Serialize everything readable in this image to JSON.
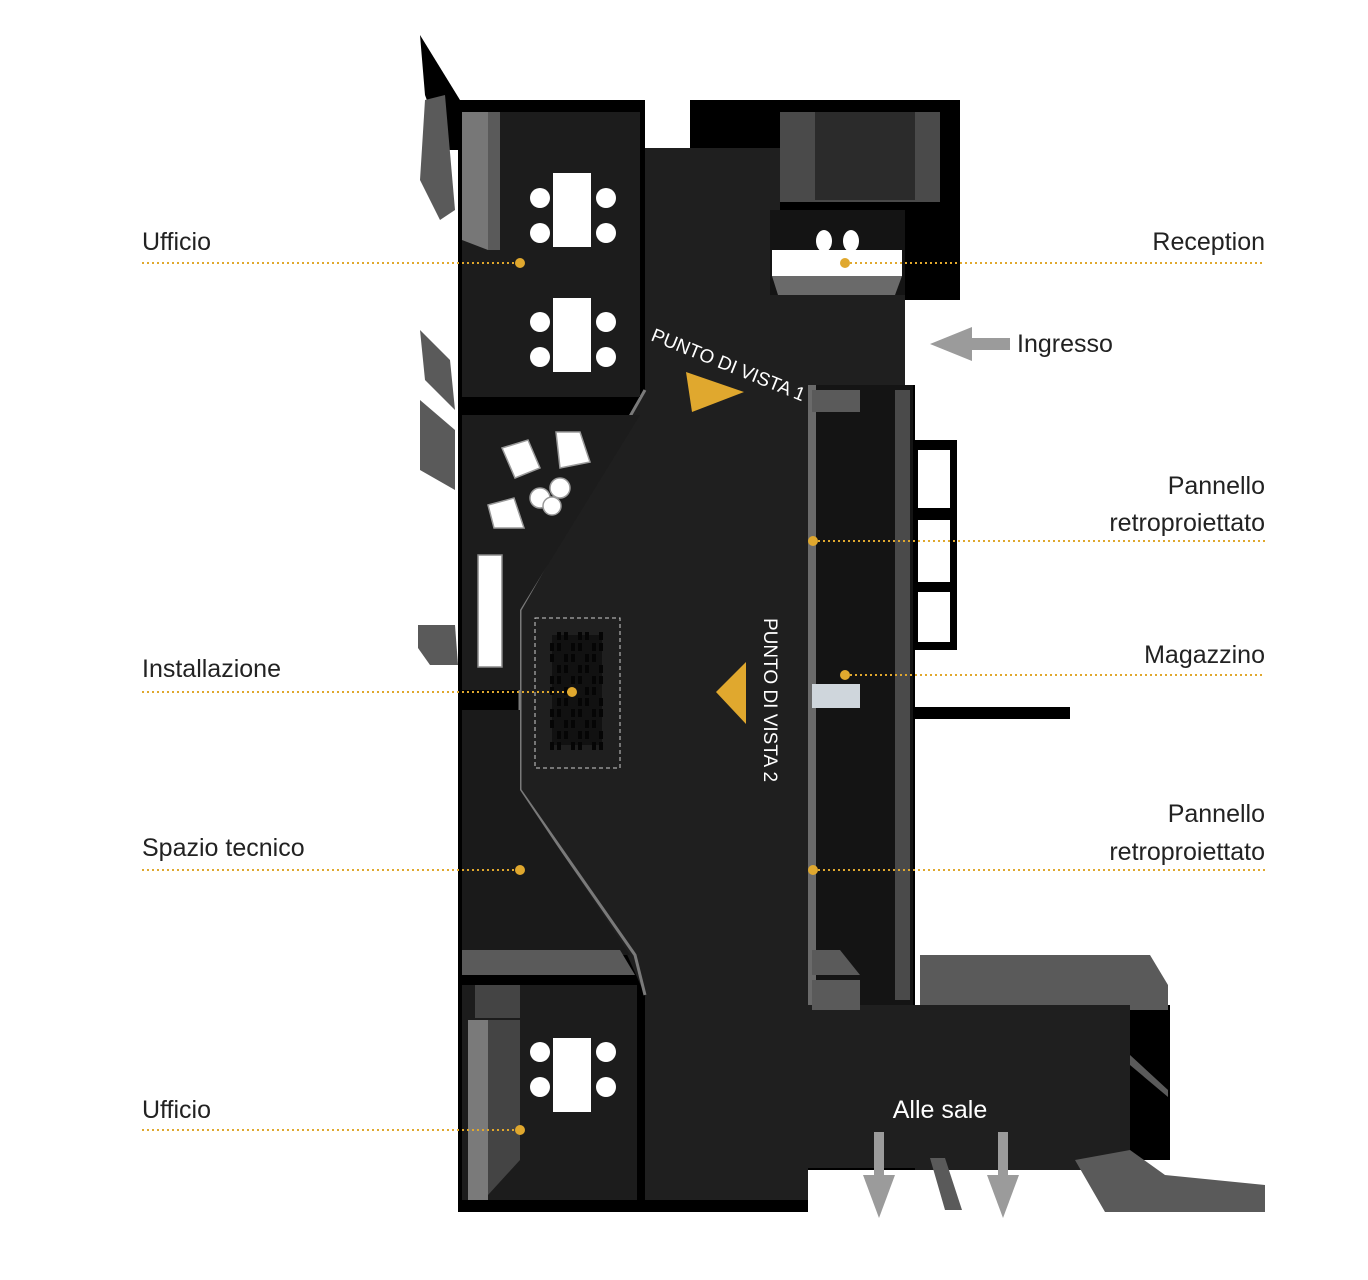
{
  "colors": {
    "accent": "#E0A82E",
    "floor": "#1f1f1f",
    "wall": "#000000",
    "wall_side": "#6e6e6e",
    "arrow": "#9b9b9b",
    "label": "#222222"
  },
  "labels": {
    "ufficio_top": "Ufficio",
    "reception": "Reception",
    "ingresso": "Ingresso",
    "pannello_1_line1": "Pannello",
    "pannello_1_line2": "retroproiettato",
    "magazzino": "Magazzino",
    "installazione": "Installazione",
    "pannello_2_line1": "Pannello",
    "pannello_2_line2": "retroproiettato",
    "spazio_tecnico": "Spazio tecnico",
    "ufficio_bottom": "Ufficio",
    "alle_sale": "Alle sale"
  },
  "viewpoints": {
    "vista_1": "PUNTO DI VISTA 1",
    "vista_2": "PUNTO DI VISTA 2"
  },
  "icons": [
    "viewpoint-arrow-icon",
    "entrance-arrow-icon",
    "exit-arrow-icon",
    "table-icon",
    "chair-icon",
    "armchair-icon"
  ]
}
